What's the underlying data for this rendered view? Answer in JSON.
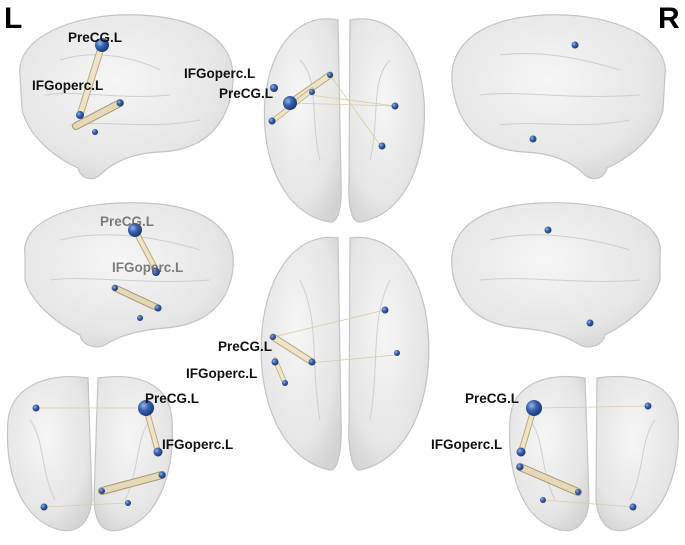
{
  "hemisphere_labels": {
    "left": "L",
    "right": "R"
  },
  "colors": {
    "node": "#2f5aa8",
    "node_highlight": "#6f95d6",
    "edge": "#e8dcc0",
    "edge_stroke": "#bfae86",
    "brain_fill": "#e9e9e9",
    "brain_stroke": "#bdbdbd"
  },
  "views": {
    "left_lateral_top": {
      "label_a": "PreCG.L",
      "label_b": "IFGoperc.L"
    },
    "superior": {
      "label_a": "IFGoperc.L",
      "label_b": "PreCG.L"
    },
    "left_medial": {
      "label_a": "PreCG.L",
      "label_b": "IFGoperc.L"
    },
    "inferior": {
      "label_a": "PreCG.L",
      "label_b": "IFGoperc.L"
    },
    "anterior": {
      "label_a": "PreCG.L",
      "label_b": "IFGoperc.L"
    },
    "posterior": {
      "label_a": "PreCG.L",
      "label_b": "IFGoperc.L"
    }
  }
}
